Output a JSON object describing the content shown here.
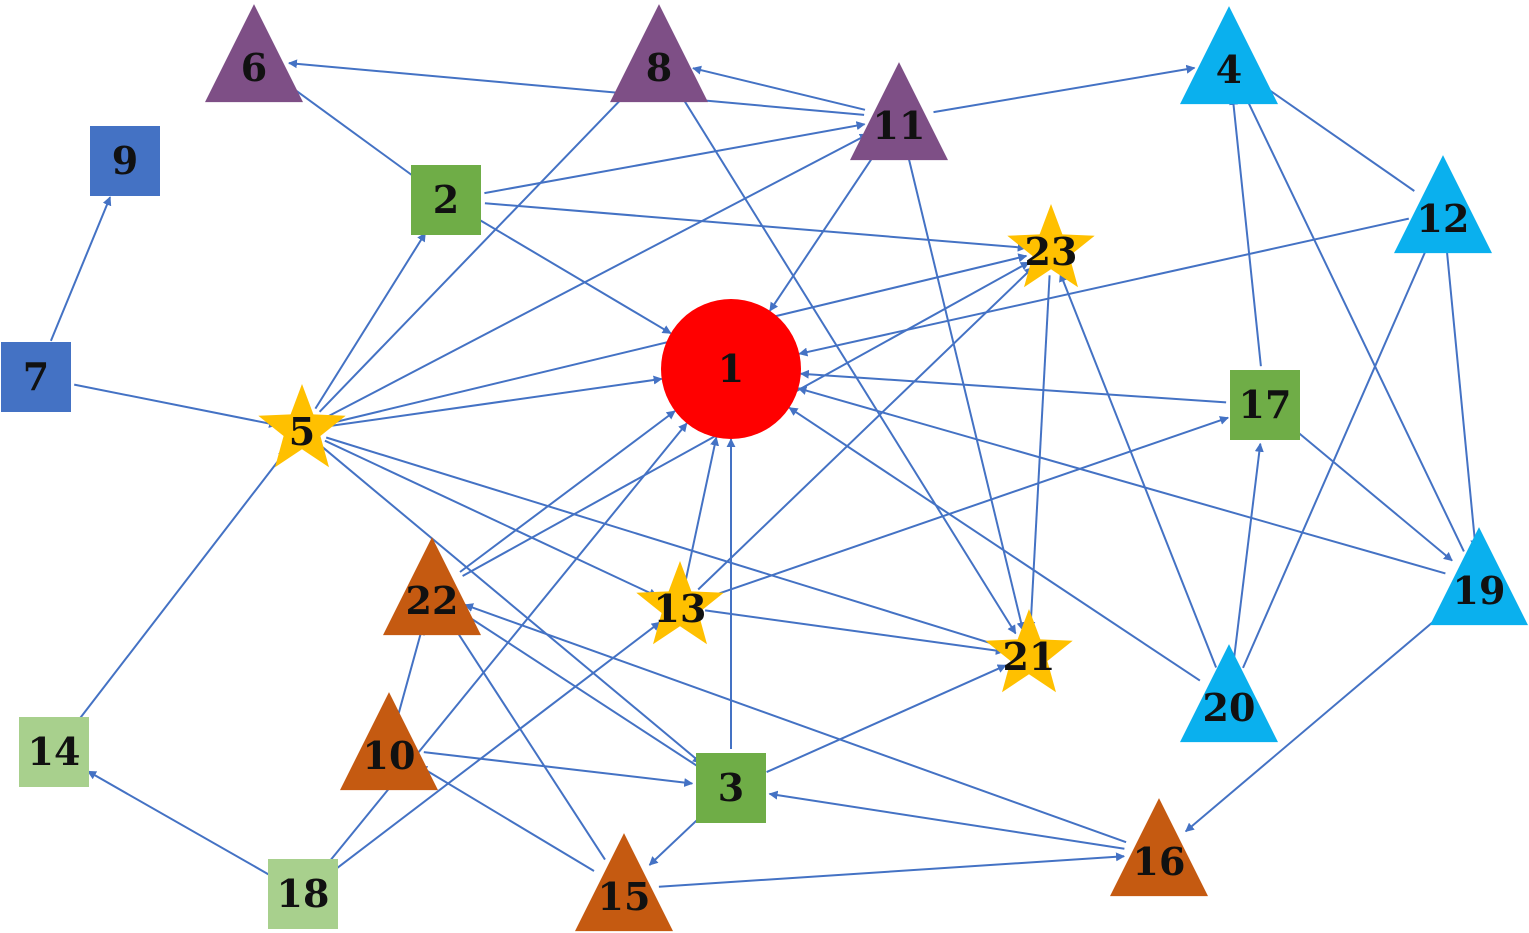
{
  "colors": {
    "edge": "#4472C4",
    "red": "#FF0000",
    "purple": "#7E4F86",
    "cyan": "#0AB0EE",
    "blue_square": "#4472C4",
    "green_square": "#6FAD47",
    "light_green_square": "#A8D08D",
    "star": "#FFC000",
    "brown": "#C55A11"
  },
  "nodes": [
    {
      "id": "n1",
      "label": "1",
      "shape": "circle",
      "color": "red"
    },
    {
      "id": "n2",
      "label": "2",
      "shape": "square",
      "color": "green_square"
    },
    {
      "id": "n3",
      "label": "3",
      "shape": "square",
      "color": "green_square"
    },
    {
      "id": "n4",
      "label": "4",
      "shape": "triangle",
      "color": "cyan"
    },
    {
      "id": "n5",
      "label": "5",
      "shape": "star",
      "color": "star"
    },
    {
      "id": "n6",
      "label": "6",
      "shape": "triangle",
      "color": "purple"
    },
    {
      "id": "n7",
      "label": "7",
      "shape": "square",
      "color": "blue_square"
    },
    {
      "id": "n8",
      "label": "8",
      "shape": "triangle",
      "color": "purple"
    },
    {
      "id": "n9",
      "label": "9",
      "shape": "square",
      "color": "blue_square"
    },
    {
      "id": "n10",
      "label": "10",
      "shape": "triangle",
      "color": "brown"
    },
    {
      "id": "n11",
      "label": "11",
      "shape": "triangle",
      "color": "purple"
    },
    {
      "id": "n12",
      "label": "12",
      "shape": "triangle",
      "color": "cyan"
    },
    {
      "id": "n13star",
      "label": "13",
      "shape": "star",
      "color": "star"
    },
    {
      "id": "n14",
      "label": "14",
      "shape": "square",
      "color": "light_green_square"
    },
    {
      "id": "n15",
      "label": "15",
      "shape": "triangle",
      "color": "brown"
    },
    {
      "id": "n16",
      "label": "16",
      "shape": "triangle",
      "color": "brown"
    },
    {
      "id": "n17",
      "label": "17",
      "shape": "square",
      "color": "green_square"
    },
    {
      "id": "n18",
      "label": "18",
      "shape": "square",
      "color": "light_green_square"
    },
    {
      "id": "n19",
      "label": "19",
      "shape": "triangle",
      "color": "cyan"
    },
    {
      "id": "n20",
      "label": "20",
      "shape": "triangle",
      "color": "cyan"
    },
    {
      "id": "n21",
      "label": "21",
      "shape": "star",
      "color": "star"
    },
    {
      "id": "n22",
      "label": "22",
      "shape": "triangle",
      "color": "brown"
    },
    {
      "id": "n23",
      "label": "23",
      "shape": "star",
      "color": "star"
    }
  ],
  "edges": [
    [
      "n7",
      "n9"
    ],
    [
      "n7",
      "n5"
    ],
    [
      "n5",
      "n2"
    ],
    [
      "n5",
      "n8"
    ],
    [
      "n5",
      "n11"
    ],
    [
      "n5",
      "n23"
    ],
    [
      "n5",
      "n1"
    ],
    [
      "n5",
      "n13star"
    ],
    [
      "n5",
      "n21"
    ],
    [
      "n5",
      "n3"
    ],
    [
      "n2",
      "n6"
    ],
    [
      "n2",
      "n11"
    ],
    [
      "n2",
      "n23"
    ],
    [
      "n2",
      "n1"
    ],
    [
      "n11",
      "n6"
    ],
    [
      "n11",
      "n8"
    ],
    [
      "n11",
      "n4"
    ],
    [
      "n11",
      "n1"
    ],
    [
      "n11",
      "n21"
    ],
    [
      "n8",
      "n21"
    ],
    [
      "n12",
      "n4"
    ],
    [
      "n12",
      "n1"
    ],
    [
      "n12",
      "n19"
    ],
    [
      "n17",
      "n4"
    ],
    [
      "n17",
      "n1"
    ],
    [
      "n17",
      "n19"
    ],
    [
      "n19",
      "n4"
    ],
    [
      "n19",
      "n1"
    ],
    [
      "n19",
      "n16"
    ],
    [
      "n20",
      "n12"
    ],
    [
      "n20",
      "n17"
    ],
    [
      "n20",
      "n23"
    ],
    [
      "n20",
      "n1"
    ],
    [
      "n23",
      "n21"
    ],
    [
      "n13star",
      "n1"
    ],
    [
      "n13star",
      "n17"
    ],
    [
      "n13star",
      "n21"
    ],
    [
      "n13star",
      "n23"
    ],
    [
      "n22",
      "n1"
    ],
    [
      "n22",
      "n23"
    ],
    [
      "n3",
      "n1"
    ],
    [
      "n3",
      "n21"
    ],
    [
      "n3",
      "n15"
    ],
    [
      "n3",
      "n22"
    ],
    [
      "n10",
      "n22"
    ],
    [
      "n10",
      "n3"
    ],
    [
      "n15",
      "n22"
    ],
    [
      "n15",
      "n10"
    ],
    [
      "n15",
      "n16"
    ],
    [
      "n16",
      "n22"
    ],
    [
      "n16",
      "n3"
    ],
    [
      "n18",
      "n14"
    ],
    [
      "n18",
      "n13star"
    ],
    [
      "n18",
      "n1"
    ],
    [
      "n14",
      "n5"
    ]
  ]
}
